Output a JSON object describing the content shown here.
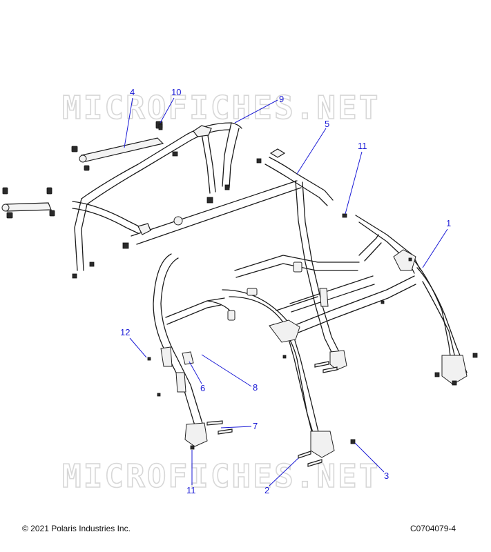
{
  "watermark": "MICROFICHES.NET",
  "callouts": [
    "1",
    "2",
    "3",
    "4",
    "5",
    "6",
    "7",
    "8",
    "9",
    "10",
    "11",
    "11",
    "12"
  ],
  "copyright": "© 2021 Polaris Industries Inc.",
  "diagram_code": "C0704079-4",
  "colors": {
    "callout": "#1a1ad6",
    "line": "#1b1b1b",
    "watermark": "#d7d7d7"
  }
}
